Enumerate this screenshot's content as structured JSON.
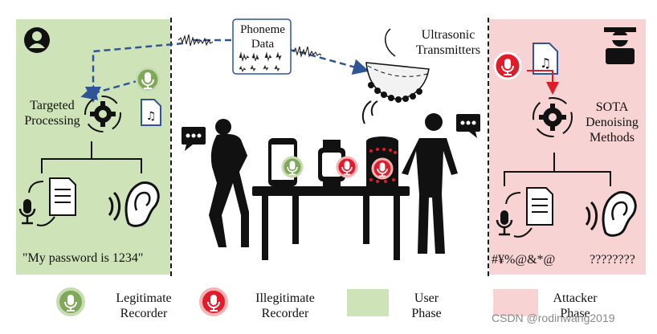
{
  "diagram": {
    "phoneme_box": {
      "line1": "Phoneme",
      "line2": "Data"
    },
    "ultrasonic": {
      "line1": "Ultrasonic",
      "line2": "Transmitters"
    },
    "user_side": {
      "targeted_processing": {
        "line1": "Targeted",
        "line2": "Processing"
      },
      "quote": "\"My password is 1234\""
    },
    "attacker_side": {
      "sota": {
        "line1": "SOTA",
        "line2": "Denoising",
        "line3": "Methods"
      },
      "garbled_1": "#¥%@&*@",
      "garbled_2": "????????"
    },
    "colors": {
      "user_phase": "#cfe3b8",
      "attacker_phase": "#f8d3d3",
      "legit_green": "#7fa85a",
      "illegit_red": "#e21b2a",
      "arrow_blue": "#2f5597",
      "arrow_red": "#e21b2a"
    }
  },
  "legend": {
    "legit": {
      "line1": "Legitimate",
      "line2": "Recorder"
    },
    "illegit": {
      "line1": "Illegitimate",
      "line2": "Recorder"
    },
    "user": {
      "line1": "User",
      "line2": "Phase"
    },
    "attacker": {
      "line1": "Attacker",
      "line2": "Phase"
    }
  },
  "watermark": "CSDN @rodinwang2019"
}
